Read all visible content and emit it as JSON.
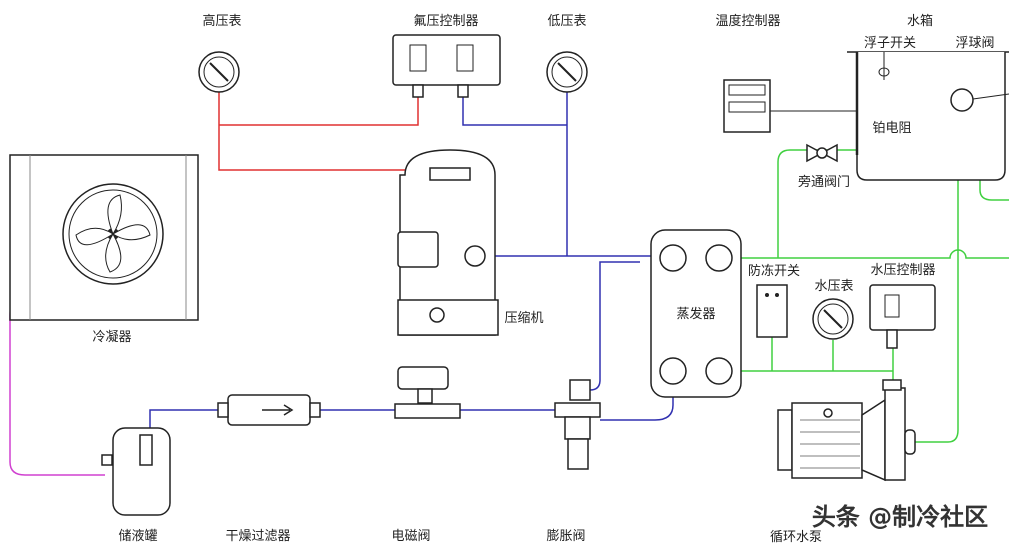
{
  "labels": {
    "high_pressure_gauge": "高压表",
    "refrigerant_pressure_controller": "氟压控制器",
    "low_pressure_gauge": "低压表",
    "temperature_controller": "温度控制器",
    "water_tank": "水箱",
    "float_switch": "浮子开关",
    "float_valve": "浮球阀",
    "platinum_resistor": "铂电阻",
    "bypass_valve": "旁通阀门",
    "condenser": "冷凝器",
    "compressor": "压缩机",
    "evaporator": "蒸发器",
    "antifreeze_switch": "防冻开关",
    "water_pressure_gauge": "水压表",
    "water_pressure_controller": "水压控制器",
    "receiver": "储液罐",
    "filter_drier": "干燥过滤器",
    "solenoid_valve": "电磁阀",
    "expansion_valve": "膨胀阀",
    "circulating_pump": "循环水泵"
  },
  "watermark": "头条 @制冷社区",
  "colors": {
    "high_pressure_line": "#e03030",
    "low_pressure_line": "#3030b0",
    "discharge_line": "#d040d0",
    "water_line": "#40d040"
  }
}
